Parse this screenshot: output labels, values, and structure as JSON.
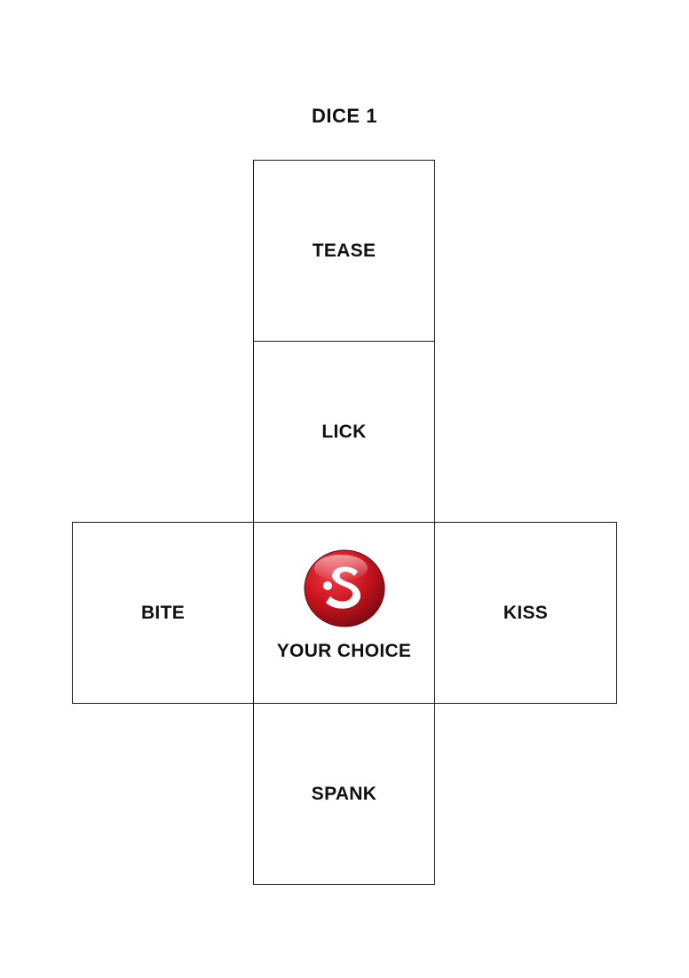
{
  "page": {
    "title": "DICE 1"
  },
  "faces": {
    "top": {
      "label": "TEASE"
    },
    "upper": {
      "label": "LICK"
    },
    "left": {
      "label": "BITE"
    },
    "center": {
      "label": "YOUR CHOICE",
      "icon": "s-logo-icon"
    },
    "right": {
      "label": "KISS"
    },
    "bottom": {
      "label": "SPANK"
    }
  },
  "colors": {
    "logo_red": "#c8141e",
    "logo_dark_red": "#7a0a10",
    "border": "#1a1a1a",
    "text": "#111111"
  }
}
